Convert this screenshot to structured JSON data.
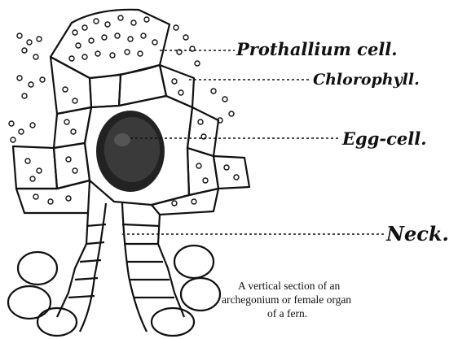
{
  "labels": {
    "prothallium_cell": "Prothallium cell.",
    "chlorophyll": "Chlorophyll.",
    "egg_cell": "Egg-cell.",
    "neck": "Neck."
  },
  "caption": {
    "line1": "A vertical section of an",
    "line2": "archegonium or female organ",
    "line3": "of a fern."
  },
  "colors": {
    "ink": "#111111",
    "paper": "#ffffff"
  }
}
